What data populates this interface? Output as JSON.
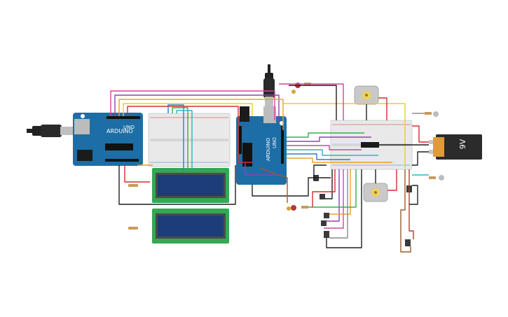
{
  "circuit": {
    "arduino_left": {
      "model_label": "UNO",
      "brand_label": "ARDUINO"
    },
    "arduino_right": {
      "model_label": "UNO",
      "brand_label": "ARDUINO"
    },
    "battery": {
      "label": "9V"
    },
    "lcd_displays": [
      "lcd-1",
      "lcd-2"
    ],
    "motors": [
      "dc-motor-1",
      "dc-motor-2"
    ],
    "wire_colors": {
      "power": "#d62c2c",
      "ground": "#1f1f1f",
      "signal_orange": "#f0a020",
      "signal_yellow": "#e8d21a",
      "signal_green": "#33b14a",
      "signal_blue": "#2b7bd8",
      "signal_purple": "#8e44ad",
      "signal_pink": "#d6449a",
      "signal_cyan": "#27b6c6",
      "signal_brown": "#9a5a2a",
      "signal_gray": "#8a8a8a"
    },
    "component_colors": {
      "arduino_board": "#1d6ea6",
      "breadboard": "#e9e9e9",
      "lcd_pcb": "#34a853",
      "lcd_screen": "#1c3c7a",
      "battery_body": "#2b2b2b",
      "battery_cap": "#e09a3a"
    }
  }
}
